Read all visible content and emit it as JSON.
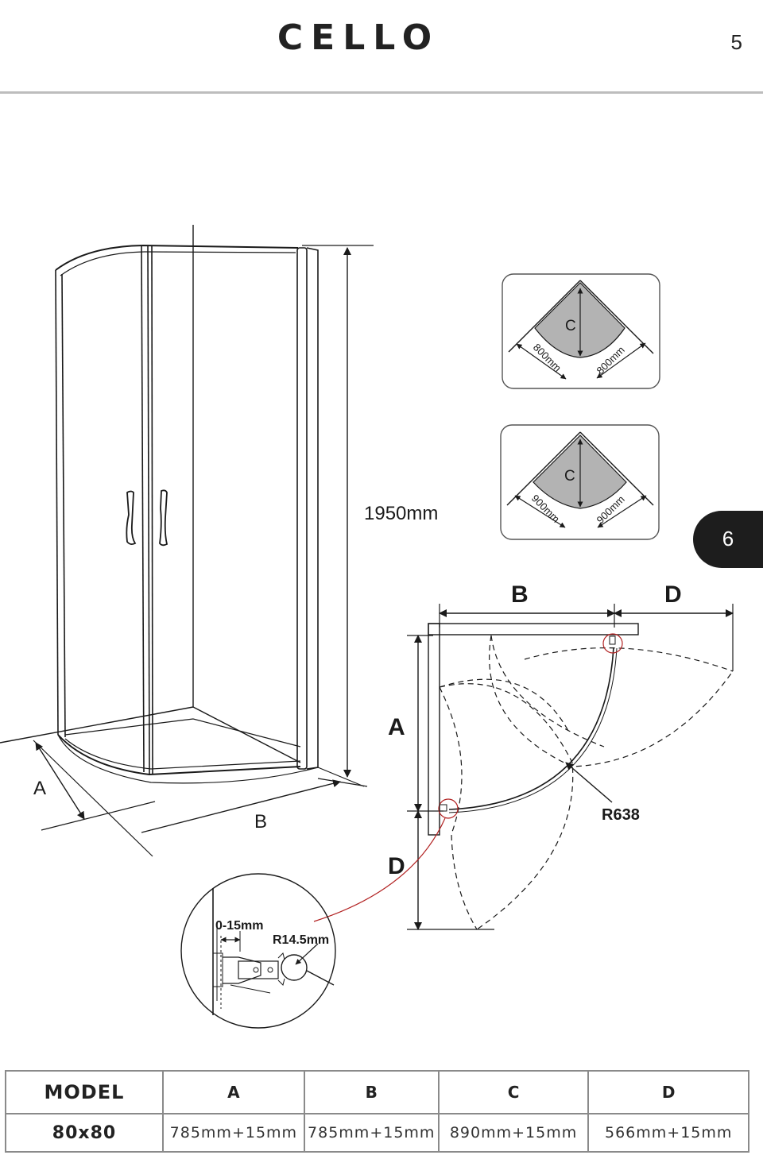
{
  "header": {
    "brand": "CELLO",
    "page_number": "5"
  },
  "chapter_tab": "6",
  "enclosure_view": {
    "height_label": "1950mm",
    "depth_label": "A",
    "width_label": "B"
  },
  "footprint_icons": [
    {
      "center_label": "C",
      "side_a": "800mm",
      "side_b": "800mm"
    },
    {
      "center_label": "C",
      "side_a": "900mm",
      "side_b": "900mm"
    }
  ],
  "plan_view": {
    "label_b": "B",
    "label_d_top": "D",
    "label_a": "A",
    "label_d_side": "D",
    "radius_label": "R638"
  },
  "detail_view": {
    "gap_label": "0-15mm",
    "radius_label": "R14.5mm"
  },
  "spec_table": {
    "headers": [
      "MODEL",
      "A",
      "B",
      "C",
      "D"
    ],
    "rows": [
      [
        "80x80",
        "785mm+15mm",
        "785mm+15mm",
        "890mm+15mm",
        "566mm+15mm"
      ]
    ]
  },
  "colors": {
    "footprint_fill": "#b3b3b3",
    "leader_red": "#b22222",
    "tab_bg": "#1d1d1d"
  }
}
